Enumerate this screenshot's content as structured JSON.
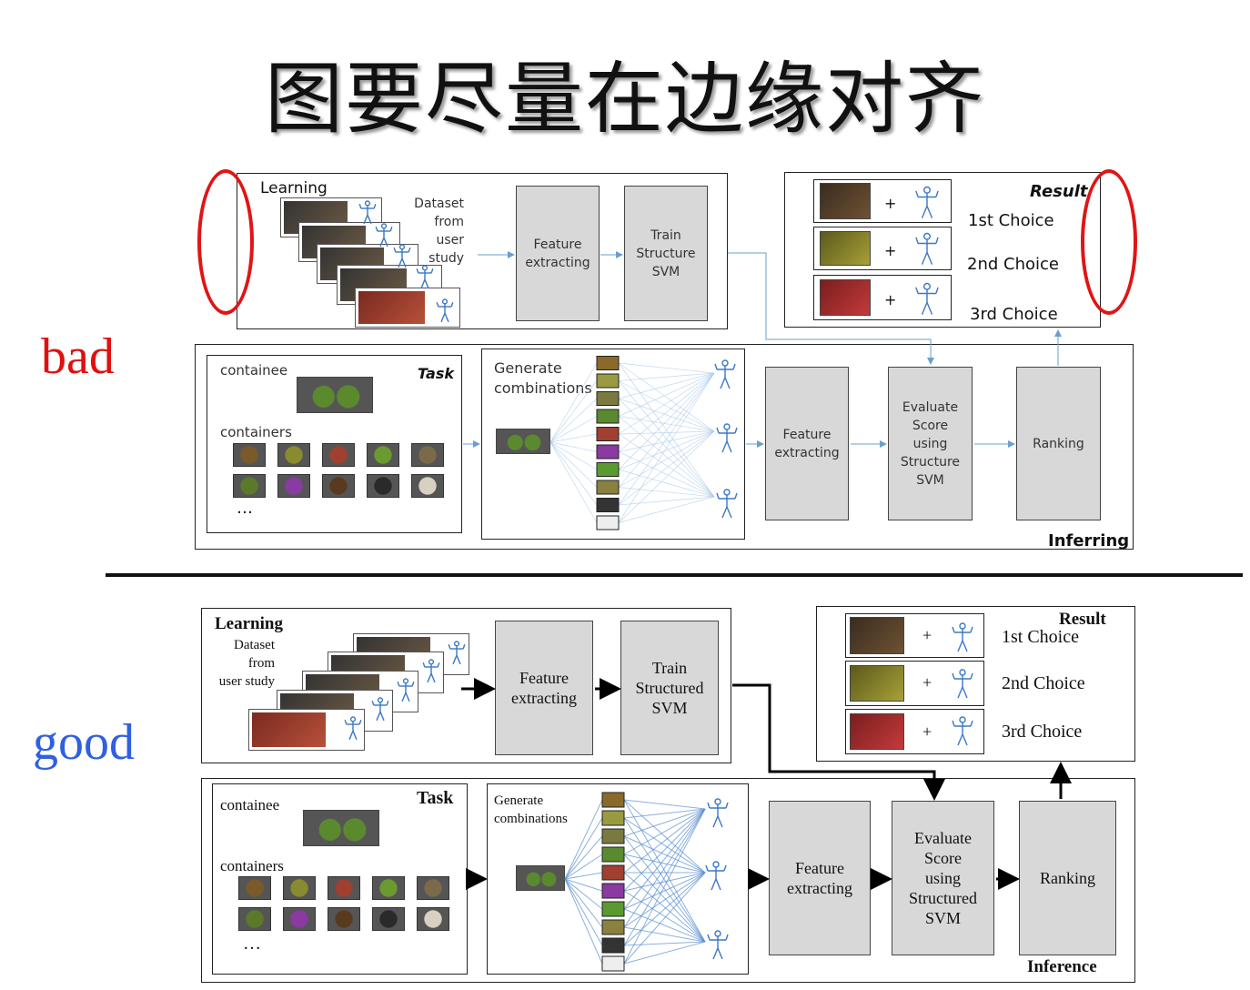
{
  "slide": {
    "title": "图要尽量在边缘对齐",
    "bad_label": "bad",
    "good_label": "good"
  },
  "bad": {
    "learning_title": "Learning",
    "dataset_text": "Dataset\nfrom\nuser\nstudy",
    "feature_box": "Feature\nextracting",
    "train_box": "Train\nStructure\nSVM",
    "result_title": "Result",
    "choices": [
      "1st Choice",
      "2nd Choice",
      "3rd Choice"
    ],
    "plus": "+",
    "containee_label": "containee",
    "task_title": "Task",
    "containers_label": "containers",
    "ellipsis": "…",
    "generate_text": "Generate\ncombinations",
    "feature2_box": "Feature\nextracting",
    "evaluate_box": "Evaluate\nScore\nusing\nStructure\nSVM",
    "ranking_box": "Ranking",
    "inferring_title": "Inferring"
  },
  "good": {
    "learning_title": "Learning",
    "dataset_text": "Dataset\nfrom\nuser study",
    "feature_box": "Feature\nextracting",
    "train_box": "Train\nStructured\nSVM",
    "result_title": "Result",
    "choices": [
      "1st Choice",
      "2nd Choice",
      "3rd Choice"
    ],
    "plus": "+",
    "containee_label": "containee",
    "task_title": "Task",
    "containers_label": "containers",
    "ellipsis": "…",
    "generate_text": "Generate\ncombinations",
    "feature2_box": "Feature\nextracting",
    "evaluate_box": "Evaluate\nScore\nusing\nStructured\nSVM",
    "ranking_box": "Ranking",
    "inference_title": "Inference"
  },
  "colors": {
    "bad_label": "#e01010",
    "good_label": "#3060e0",
    "highlight_ring": "#e01515",
    "bad_arrow": "#6a9fd0",
    "good_arrow": "#000000",
    "box_fill": "#d8d8d8",
    "skeleton": "#3a78c8"
  }
}
